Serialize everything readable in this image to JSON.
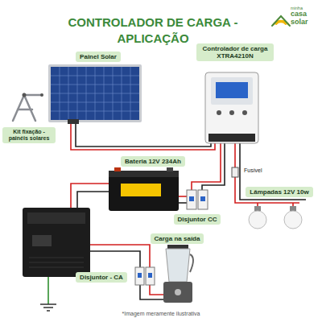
{
  "diagram": {
    "title": "CONTROLADOR DE CARGA - APLICAÇÃO",
    "caption": "*Imagem meramente ilustrativa",
    "nodes": [
      {
        "text": [
          "Painel Solar"
        ]
      },
      {
        "text": [
          "Controlador de carga XTRA4210N"
        ]
      },
      {
        "text": [
          "Kit fixação - painéis solares"
        ]
      },
      {
        "text": [
          "Bateria 12V 234Ah"
        ]
      },
      {
        "text": [
          "Lâmpadas 12V 10w"
        ]
      },
      {
        "text": [
          "Disjuntor CC"
        ]
      },
      {
        "text": [
          "Carga na saída"
        ]
      },
      {
        "text": [
          "Disjuntor - CA"
        ]
      }
    ],
    "labels": [
      "Fusível",
      "minha",
      "casa solar"
    ]
  }
}
